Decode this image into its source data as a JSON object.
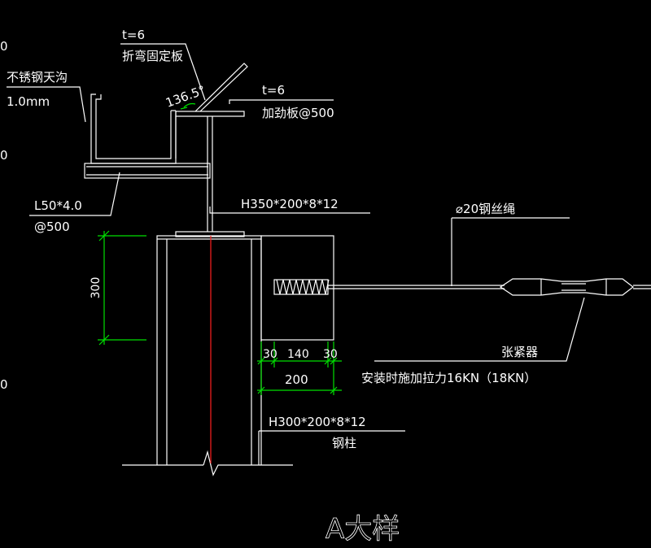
{
  "edge_marks": [
    "0",
    "0",
    "0"
  ],
  "labels": {
    "gutter_name": "不锈钢天沟",
    "gutter_thickness": "1.0mm",
    "bent_plate_t": "t=6",
    "bent_plate_name": "折弯固定板",
    "angle": "136.5°",
    "stiffener_t": "t=6",
    "stiffener_name": "加劲板@500",
    "angle_steel": "L50*4.0",
    "angle_spacing": "@500",
    "beam": "H350*200*8*12",
    "rope": "⌀20钢丝绳",
    "tensioner": "张紧器",
    "tension_force": "安装时施加拉力16KN（18KN）",
    "column_section": "H300*200*8*12",
    "column_name": "钢柱",
    "title": "A大样"
  },
  "dimensions": {
    "vertical": "300",
    "top_left": "30",
    "top_mid": "140",
    "top_right": "30",
    "total": "200"
  },
  "colors": {
    "background": "#000000",
    "lines": "#ffffff",
    "dimension": "#00e000",
    "centerline": "#ff2020"
  }
}
